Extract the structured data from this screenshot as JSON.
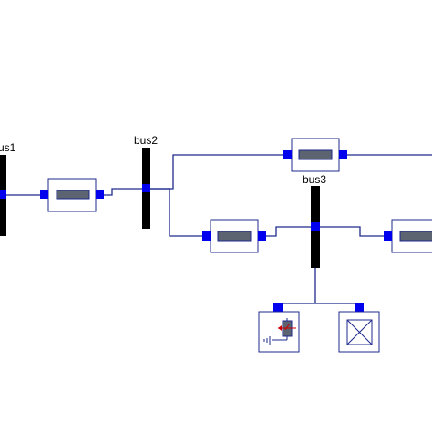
{
  "colors": {
    "background": "#ffffff",
    "wire": "#1f2a8c",
    "port": "#0000ee",
    "bus": "#000000",
    "component_border": "#1f2a8c",
    "component_fill": "#ffffff",
    "impedance_bar": "#5b6470",
    "load_accent": "#cc0000"
  },
  "diagram": {
    "buses": [
      {
        "id": "bus1",
        "label": "us1"
      },
      {
        "id": "bus2",
        "label": "bus2"
      },
      {
        "id": "bus3",
        "label": "bus3"
      }
    ],
    "lines": [
      {
        "id": "line-bus1-bus2"
      },
      {
        "id": "line-bus2-top"
      },
      {
        "id": "line-bus2-bus3"
      },
      {
        "id": "line-bus3-right"
      }
    ],
    "loads": [
      {
        "id": "load-grounded",
        "icon": "grounded-load-icon"
      },
      {
        "id": "load-box",
        "icon": "crossed-box-icon"
      }
    ]
  }
}
